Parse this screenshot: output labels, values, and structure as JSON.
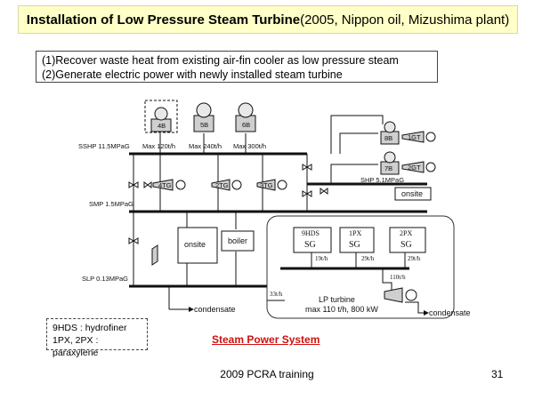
{
  "title": {
    "bold": "Installation of Low Pressure Steam Turbine",
    "rest": " (2005, Nippon oil, Mizushima plant)"
  },
  "points": [
    "(1)Recover waste heat from existing air-fin cooler as low pressure steam",
    "(2)Generate electric power with newly installed steam turbine"
  ],
  "headers": {
    "sshp": "SSHP 11.5MPaG",
    "smp": "SMP 1.5MPaG",
    "slp": "SLP 0.13MPaG",
    "shp": "SHP 5.1MPaG"
  },
  "boilers": [
    {
      "label": "4B",
      "capacity": "Max 120t/h"
    },
    {
      "label": "5B",
      "capacity": "Max 240t/h"
    },
    {
      "label": "6B",
      "capacity": "Max 300t/h"
    }
  ],
  "turbines": {
    "t4": "4TG",
    "t2": "2TG",
    "t3": "3TG"
  },
  "right_units": {
    "b8": "8B",
    "g1": "1GT",
    "b7": "7B",
    "g2": "2GT",
    "onsite": "onsite"
  },
  "mid": {
    "onsite": "onsite",
    "boiler": "boiler"
  },
  "generators": [
    {
      "label": "9HDS",
      "sub": "SG",
      "flow": "19t/h"
    },
    {
      "label": "1PX",
      "sub": "SG",
      "flow": "29t/h"
    },
    {
      "label": "2PX",
      "sub": "SG",
      "flow": "29t/h"
    }
  ],
  "flows": {
    "header": "110t/h",
    "slp": "33t/h"
  },
  "lp_turbine": {
    "name": "LP turbine",
    "spec": "max 110 t/h, 800 kW"
  },
  "condensate_left": "condensate",
  "condensate_right": "condensate",
  "legend": [
    "9HDS : hydrofiner",
    "1PX, 2PX : paraxylene"
  ],
  "caption": "Steam Power System",
  "footer": "2009 PCRA training",
  "page_number": "31"
}
